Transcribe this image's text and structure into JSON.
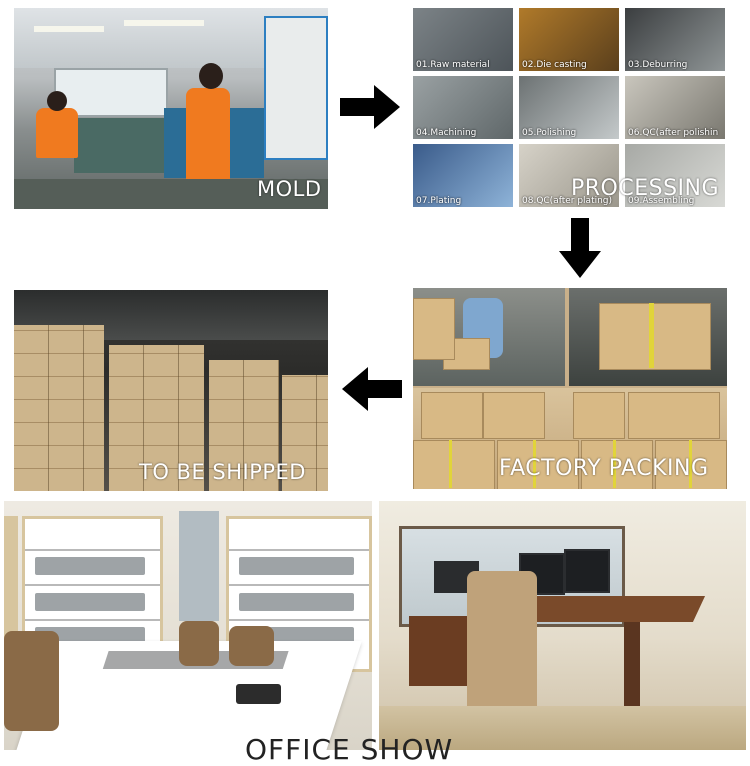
{
  "panels": {
    "mold": {
      "label": "MOLD"
    },
    "processing": {
      "label": "PROCESSING",
      "steps": [
        "01.Raw material",
        "02.Die casting",
        "03.Deburring",
        "04.Machining",
        "05.Polishing",
        "06.QC(after polishin",
        "07.Plating",
        "08.QC(after plating)",
        "09.Assembling"
      ]
    },
    "packing": {
      "label": "FACTORY PACKING"
    },
    "shipped": {
      "label": "TO BE SHIPPED"
    },
    "office": {
      "label": "OFFICE  SHOW"
    }
  },
  "colors": {
    "arrow": "#000000",
    "shirt_orange": "#f07a1f",
    "machine_blue": "#2d7fc1",
    "box_tan": "#d8b985",
    "strap_yellow": "#e1d43a"
  },
  "icons": [
    "arrow-right-icon",
    "arrow-down-icon",
    "arrow-left-icon"
  ]
}
